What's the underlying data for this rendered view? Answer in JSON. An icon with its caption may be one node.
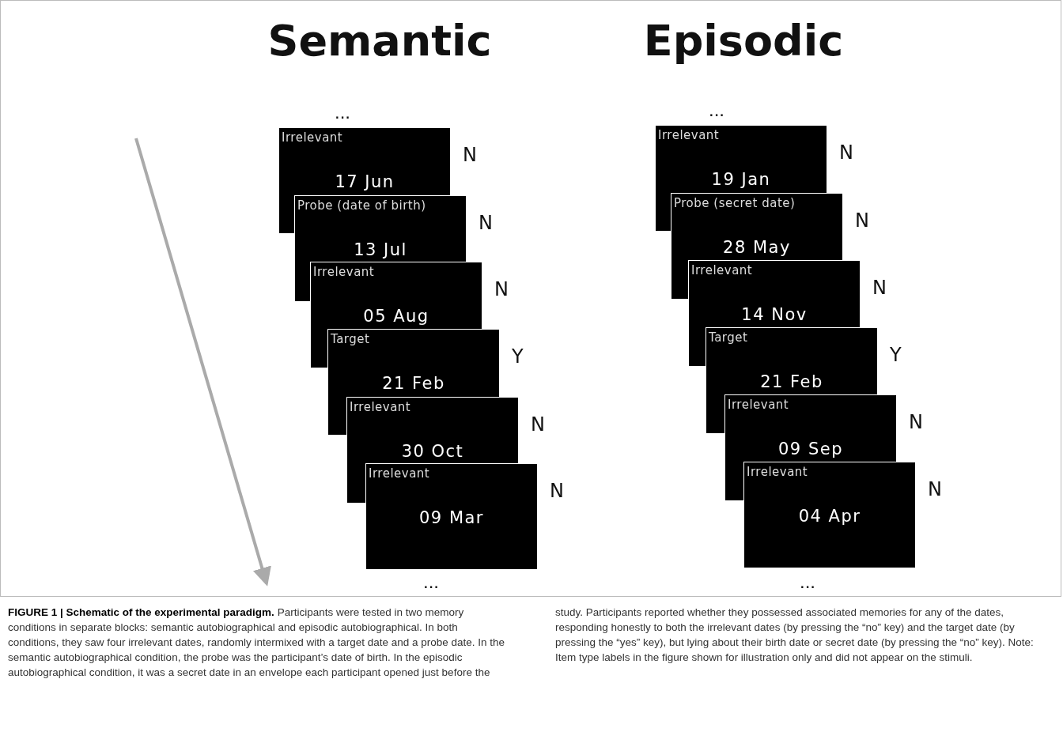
{
  "diagram": {
    "caption": "**FIGURE 1 | Schematic of the experimental paradigm.** Participants were tested in two memory conditions in separate blocks: semantic autobiographical and episodic autobiographical. In both conditions, they saw four irrelevant dates, randomly intermixed with a target date and a probe date. In the semantic autobiographical condition, the probe was the participant’s date of birth. In the episodic autobiographical condition, it was a secret date in an envelope each participant opened just before the study. Participants reported whether they possessed associated memories for any of the dates, responding honestly to both the irrelevant dates (by pressing the “no” key) and the target date (by pressing the “yes” key), but lying about their birth date or secret date (by pressing the “no” key). Note: Item type labels in the figure shown for illustration only and did not appear on the stimuli.",
    "nodes": [
      {
        "text": [
          "Irrelevant",
          "17 Jun"
        ],
        "beside": [
          "N"
        ]
      },
      {
        "text": [
          "Probe (date of birth)",
          "13 Jul"
        ],
        "beside": [
          "N"
        ]
      },
      {
        "text": [
          "Irrelevant",
          "05 Aug"
        ],
        "beside": [
          "N"
        ]
      },
      {
        "text": [
          "Target",
          "21 Feb"
        ],
        "beside": [
          "Y"
        ]
      },
      {
        "text": [
          "Irrelevant",
          "30 Oct"
        ],
        "beside": [
          "N"
        ]
      },
      {
        "text": [
          "Irrelevant",
          "09 Mar"
        ],
        "beside": [
          "N"
        ]
      },
      {
        "text": [
          "Irrelevant",
          "19 Jan"
        ],
        "beside": [
          "N"
        ]
      },
      {
        "text": [
          "Probe (secret date)",
          "28 May"
        ],
        "beside": [
          "N"
        ]
      },
      {
        "text": [
          "Irrelevant",
          "14 Nov"
        ],
        "beside": [
          "N"
        ]
      },
      {
        "text": [
          "Target",
          "21 Feb"
        ],
        "beside": [
          "Y"
        ]
      },
      {
        "text": [
          "Irrelevant",
          "09 Sep"
        ],
        "beside": [
          "N"
        ]
      },
      {
        "text": [
          "Irrelevant",
          "04 Apr"
        ],
        "beside": [
          "N"
        ]
      }
    ],
    "labels": [
      "Semantic",
      "Episodic",
      "...",
      "...",
      "...",
      "..."
    ]
  }
}
